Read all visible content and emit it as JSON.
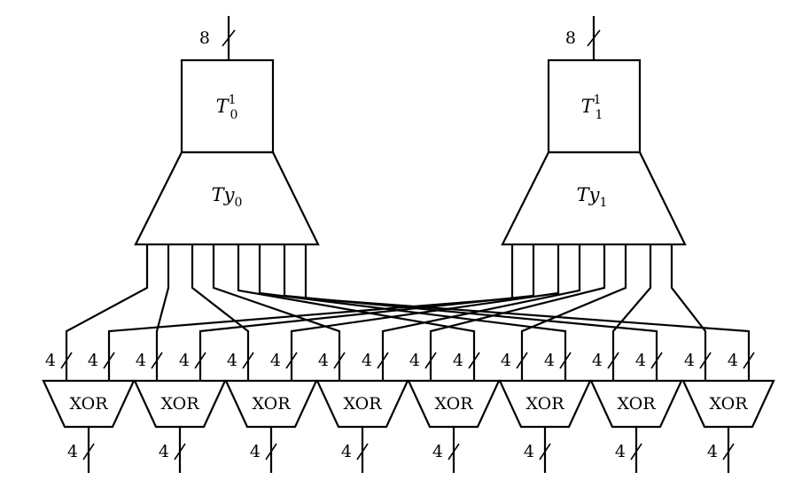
{
  "tables": [
    {
      "label_main": "T",
      "label_sub": "0",
      "label_sup": "1",
      "mux_main": "Ty",
      "mux_sub": "0",
      "input_width": "8"
    },
    {
      "label_main": "T",
      "label_sub": "1",
      "label_sup": "1",
      "mux_main": "Ty",
      "mux_sub": "1",
      "input_width": "8"
    }
  ],
  "gates": [
    {
      "label": "XOR",
      "in_a": "4",
      "in_b": "4",
      "out": "4"
    },
    {
      "label": "XOR",
      "in_a": "4",
      "in_b": "4",
      "out": "4"
    },
    {
      "label": "XOR",
      "in_a": "4",
      "in_b": "4",
      "out": "4"
    },
    {
      "label": "XOR",
      "in_a": "4",
      "in_b": "4",
      "out": "4"
    },
    {
      "label": "XOR",
      "in_a": "4",
      "in_b": "4",
      "out": "4"
    },
    {
      "label": "XOR",
      "in_a": "4",
      "in_b": "4",
      "out": "4"
    },
    {
      "label": "XOR",
      "in_a": "4",
      "in_b": "4",
      "out": "4"
    },
    {
      "label": "XOR",
      "in_a": "4",
      "in_b": "4",
      "out": "4"
    }
  ]
}
